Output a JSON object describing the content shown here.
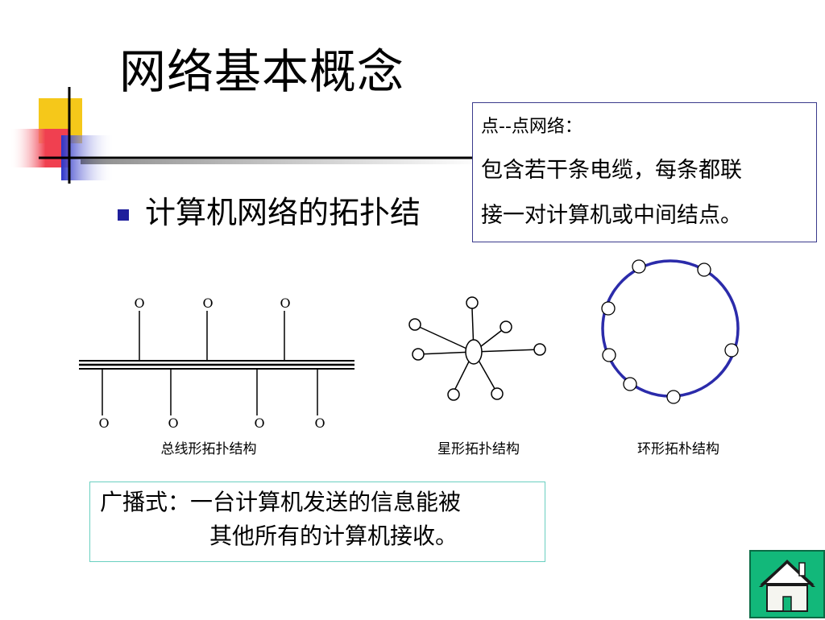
{
  "slide": {
    "title": "网络基本概念",
    "bullet": "计算机网络的拓扑结",
    "callout_p2p": {
      "title": "点--点网络：",
      "line1": "包含若干条电缆，每条都联",
      "line2": "接一对计算机或中间结点。"
    },
    "diagrams": {
      "bus_label": "总线形拓扑结构",
      "star_label": "星形拓扑结构",
      "ring_label": "环形拓朴结构",
      "bus_node_glyph": "O"
    },
    "callout_broadcast": {
      "line1": "广播式：一台计算机发送的信息能被",
      "line2": "其他所有的计算机接收。"
    },
    "home_icon": "home-icon",
    "colors": {
      "bullet": "#1f1f9c",
      "ring": "#2b2baa",
      "home_bg": "#12b87a",
      "deco_yellow": "#f5c81a",
      "deco_red": "#e8283a",
      "deco_blue": "#2c34c8"
    }
  }
}
